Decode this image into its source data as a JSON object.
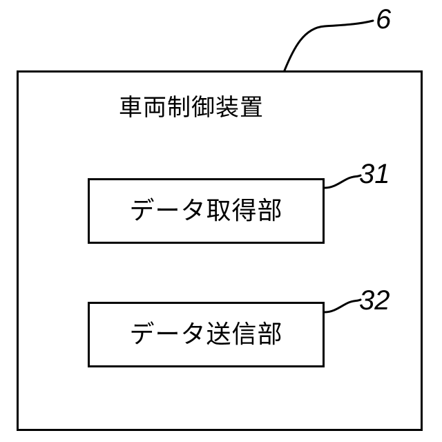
{
  "device": {
    "title": "車両制御装置",
    "ref": "6"
  },
  "blocks": [
    {
      "label": "データ取得部",
      "ref": "31"
    },
    {
      "label": "データ送信部",
      "ref": "32"
    }
  ]
}
